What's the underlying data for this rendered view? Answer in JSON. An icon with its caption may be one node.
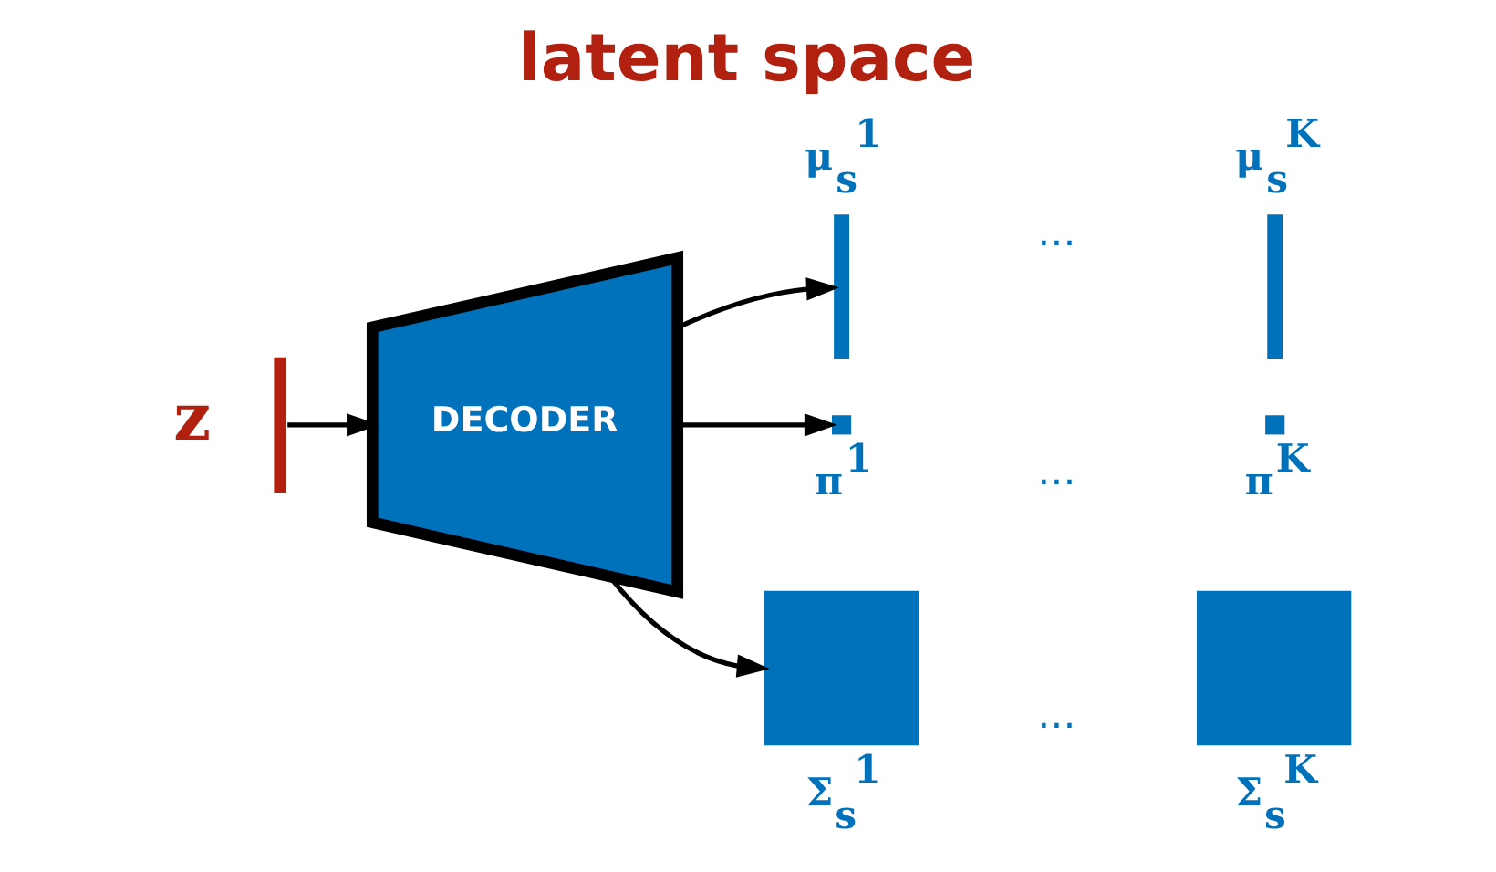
{
  "diagram": {
    "title": "latent space",
    "nodes": [
      {
        "text": [],
        "shape": "bar",
        "beside": [
          "z"
        ]
      },
      {
        "text": [
          "DECODER"
        ]
      },
      {
        "text": [],
        "shape": "bar",
        "beside": [
          "μ$_{s}$$^{1}$"
        ]
      },
      {
        "text": [],
        "shape": "bar",
        "beside": [
          "μ$_{s}$$^{K}$"
        ]
      },
      {
        "text": [],
        "shape": "box",
        "beside": [
          "π$^{1}$"
        ]
      },
      {
        "text": [],
        "shape": "box",
        "beside": [
          "π$^{K}$"
        ]
      },
      {
        "text": [],
        "shape": "box",
        "beside": [
          "Σ$_{s}$$^{1}$"
        ]
      },
      {
        "text": [],
        "shape": "box",
        "beside": [
          "Σ$_{s}$$^{K}$"
        ]
      }
    ],
    "edges": [
      {
        "from": 0,
        "to": 1,
        "arrow": "to"
      },
      {
        "from": 1,
        "to": 2,
        "arrow": "to"
      },
      {
        "from": 1,
        "to": 4,
        "arrow": "to"
      },
      {
        "from": 1,
        "to": 6,
        "arrow": "to"
      }
    ],
    "labels": [
      "…",
      "…",
      "…"
    ]
  }
}
